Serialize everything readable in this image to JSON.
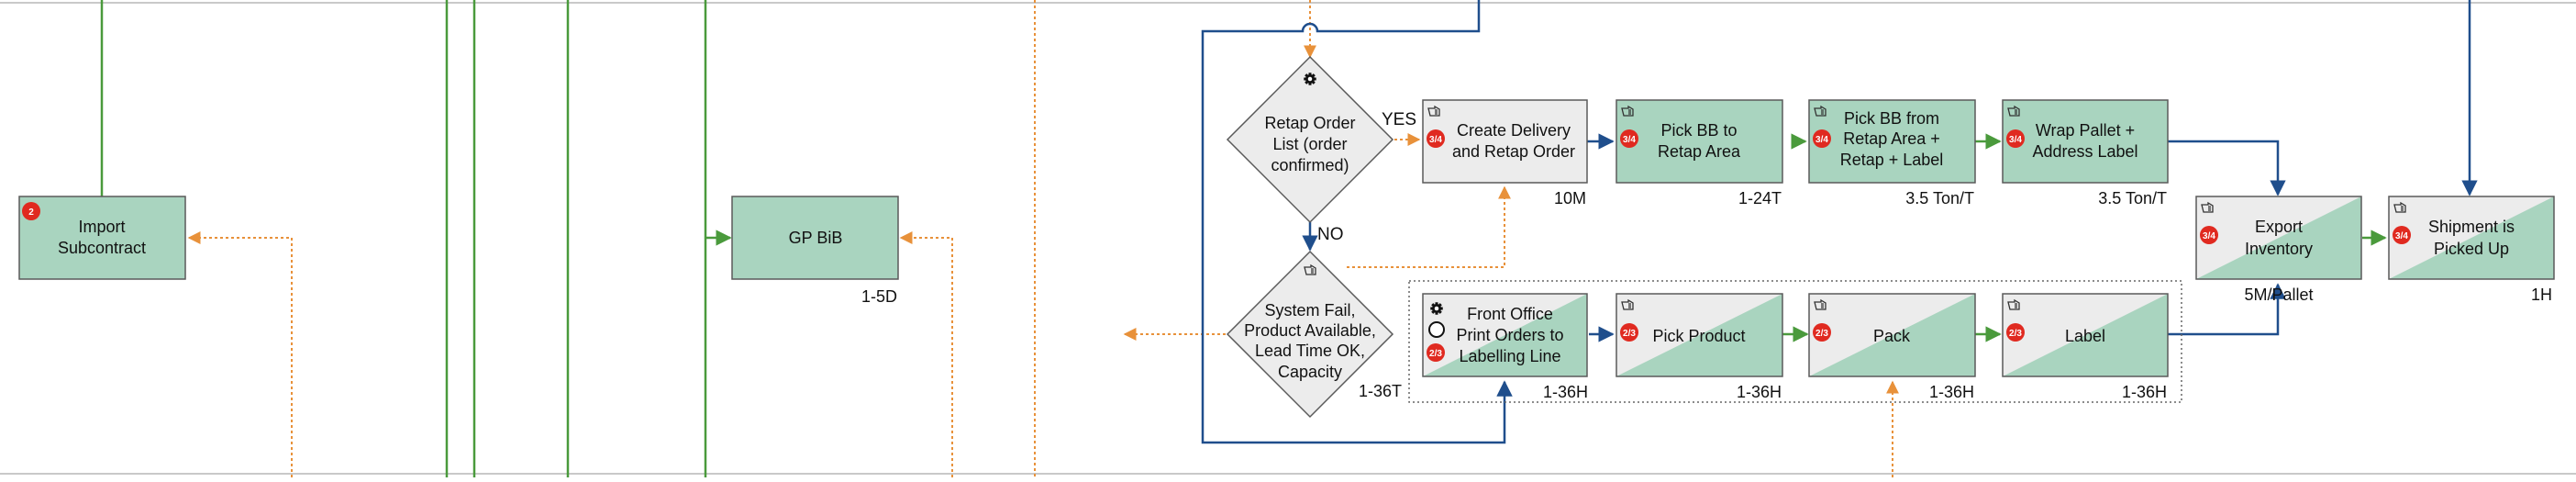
{
  "colors": {
    "green_line": "#4a9a3c",
    "orange_line": "#e8913a",
    "blue_line": "#1f4e8c",
    "process_fill": "#a9d4bf",
    "process_stroke": "#5a5a5a",
    "grey_fill": "#ececec",
    "badge_red": "#e02a20",
    "rule": "#c9c9c9"
  },
  "boxes": {
    "import_subcontract": {
      "lines": [
        "Import",
        "Subcontract"
      ],
      "badge": "2",
      "style": "green"
    },
    "gp_bib": {
      "lines": [
        "GP BiB"
      ],
      "style": "green",
      "time": "1-5D"
    },
    "create_delivery": {
      "lines": [
        "Create Delivery",
        "and Retap Order"
      ],
      "badge": "3/4",
      "icon": "hand-icon",
      "style": "grey",
      "time": "10M"
    },
    "pick_bb_retap": {
      "lines": [
        "Pick BB to",
        "Retap Area"
      ],
      "badge": "3/4",
      "icon": "hand-icon",
      "style": "green",
      "time": "1-24T"
    },
    "pick_bb_from": {
      "lines": [
        "Pick BB from",
        "Retap Area +",
        "Retap + Label"
      ],
      "badge": "3/4",
      "icon": "hand-icon",
      "style": "green",
      "time": "3.5 Ton/T"
    },
    "wrap_pallet": {
      "lines": [
        "Wrap Pallet +",
        "Address Label"
      ],
      "badge": "3/4",
      "icon": "hand-icon",
      "style": "green",
      "time": "3.5 Ton/T"
    },
    "export_inventory": {
      "lines": [
        "Export",
        "Inventory"
      ],
      "badge": "3/4",
      "icon": "hand-icon",
      "style": "split",
      "time": "5M/Pallet"
    },
    "shipment_picked": {
      "lines": [
        "Shipment is",
        "Picked Up"
      ],
      "badge": "3/4",
      "icon": "hand-icon",
      "style": "split",
      "time": "1H"
    },
    "front_office": {
      "lines": [
        "Front Office",
        "Print Orders to",
        "Labelling Line"
      ],
      "badge": "2/3",
      "icon": "gear-icon",
      "style": "split",
      "time": "1-36H"
    },
    "pick_product": {
      "lines": [
        "Pick Product"
      ],
      "badge": "2/3",
      "icon": "hand-icon",
      "style": "split",
      "time": "1-36H"
    },
    "pack": {
      "lines": [
        "Pack"
      ],
      "badge": "2/3",
      "icon": "hand-icon",
      "style": "split",
      "time": "1-36H"
    },
    "label": {
      "lines": [
        "Label"
      ],
      "badge": "2/3",
      "icon": "hand-icon",
      "style": "split",
      "time": "1-36H"
    }
  },
  "diamonds": {
    "retap_order": {
      "lines": [
        "Retap Order",
        "List (order",
        "confirmed)"
      ],
      "icon": "gear-icon"
    },
    "system_fail": {
      "lines": [
        "System Fail,",
        "Product Available,",
        "Lead Time OK,",
        "Capacity"
      ],
      "icon": "hand-icon",
      "time": "1-36T"
    }
  },
  "labels": {
    "yes": "YES",
    "no": "NO"
  }
}
